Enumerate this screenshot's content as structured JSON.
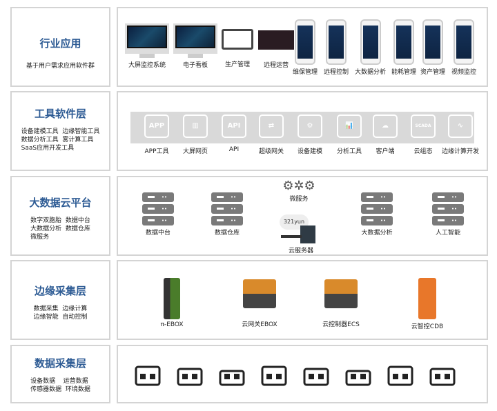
{
  "layers": [
    {
      "title": "行业应用",
      "desc": "基于用户需求应用软件群"
    },
    {
      "title": "工具软件层",
      "desc": "设备建模工具  边缘智能工具\n数据分析工具  雾计算工具\nSaaS应用开发工具"
    },
    {
      "title": "大数据云平台",
      "desc": "数字双胞胎  数据中台\n大数据分析  数据仓库\n微服务"
    },
    {
      "title": "边缘采集层",
      "desc": "数据采集  边缘计算\n边缘智能  自动控制"
    },
    {
      "title": "数据采集层",
      "desc": "设备数据    运营数据\n传感器数据  环境数据"
    }
  ],
  "apps": [
    "大屏监控系统",
    "电子看板",
    "生产管理",
    "远程运营",
    "维保管理",
    "远程控制",
    "大数据分析",
    "能耗管理",
    "资产管理",
    "视频监控"
  ],
  "tools": [
    {
      "label": "APP工具",
      "glyph": "APP"
    },
    {
      "label": "大屏网页",
      "glyph": "▥"
    },
    {
      "label": "API",
      "glyph": "API"
    },
    {
      "label": "超级网关",
      "glyph": "⇄"
    },
    {
      "label": "设备建模",
      "glyph": "⚙"
    },
    {
      "label": "分析工具",
      "glyph": "📊"
    },
    {
      "label": "客户端",
      "glyph": "☁"
    },
    {
      "label": "云组态",
      "glyph": "SCADA"
    },
    {
      "label": "边缘计算开发",
      "glyph": "∿"
    }
  ],
  "platform": {
    "servers": [
      "数据中台",
      "数据仓库",
      "大数据分析",
      "人工智能"
    ],
    "micro": "微服务",
    "cloud": "云服务器",
    "cloud_tag": "321yun"
  },
  "edge": [
    "π-EBOX",
    "云网关EBOX",
    "云控制器ECS",
    "云智控CDB"
  ],
  "data_icons": [
    "factory-line-icon",
    "cnc-machine-icon",
    "injection-machine-icon",
    "elevator-icon",
    "tank-icon",
    "worker-icon",
    "barcode-scanner-icon",
    "building-chart-icon"
  ]
}
